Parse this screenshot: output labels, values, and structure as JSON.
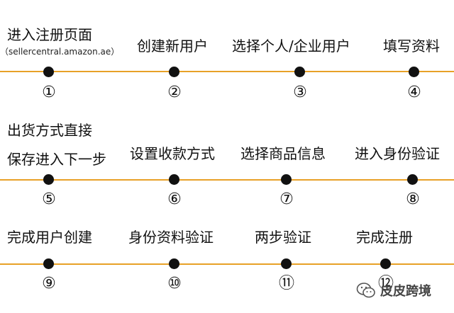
{
  "colors": {
    "line": "#e8a127",
    "dot": "#111111",
    "text": "#111111"
  },
  "rows": [
    {
      "steps": [
        {
          "label": "进入注册页面",
          "sublabel": "（sellercentral.amazon.ae）",
          "number": "①"
        },
        {
          "label": "创建新用户",
          "number": "②"
        },
        {
          "label": "选择个人/企业用户",
          "number": "③"
        },
        {
          "label": "填写资料",
          "number": "④"
        }
      ]
    },
    {
      "steps": [
        {
          "label_lines": [
            "出货方式直接",
            "保存进入下一步"
          ],
          "number": "⑤"
        },
        {
          "label": "设置收款方式",
          "number": "⑥"
        },
        {
          "label": "选择商品信息",
          "number": "⑦"
        },
        {
          "label": "进入身份验证",
          "number": "⑧"
        }
      ]
    },
    {
      "steps": [
        {
          "label": "完成用户创建",
          "number": "⑨"
        },
        {
          "label": "身份资料验证",
          "number": "⑩"
        },
        {
          "label": "两步验证",
          "number": "⑪"
        },
        {
          "label": "完成注册",
          "number": "⑫"
        }
      ]
    }
  ],
  "watermark": {
    "text": "皮皮跨境",
    "icon": "wechat-icon"
  }
}
